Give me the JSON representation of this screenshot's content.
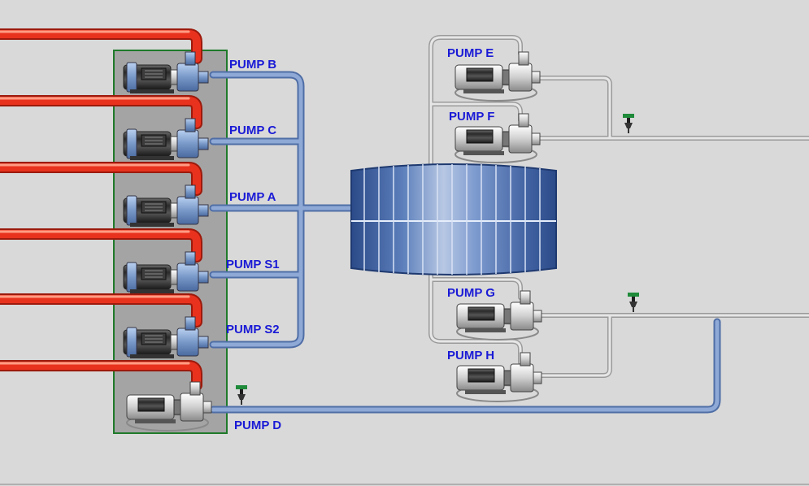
{
  "colors": {
    "background": "#d9d9d9",
    "hot_pipe": "#e8321e",
    "cool_pipe": "#7e9bcb",
    "utility_pipe": "#c9c9c9",
    "skid_panel": "#a4a4a4",
    "skid_border": "#1f7a2a",
    "label": "#1a1ad6",
    "tank": "#4f70ab"
  },
  "pumps": {
    "b": {
      "label": "PUMP B"
    },
    "c": {
      "label": "PUMP C"
    },
    "a": {
      "label": "PUMP A"
    },
    "s1": {
      "label": "PUMP S1"
    },
    "s2": {
      "label": "PUMP S2"
    },
    "d": {
      "label": "PUMP D"
    },
    "e": {
      "label": "PUMP E"
    },
    "f": {
      "label": "PUMP F"
    },
    "g": {
      "label": "PUMP G"
    },
    "h": {
      "label": "PUMP H"
    }
  },
  "icons": {
    "motor": "pump-motor-icon",
    "valve": "valve-icon",
    "tank": "tank-icon"
  }
}
